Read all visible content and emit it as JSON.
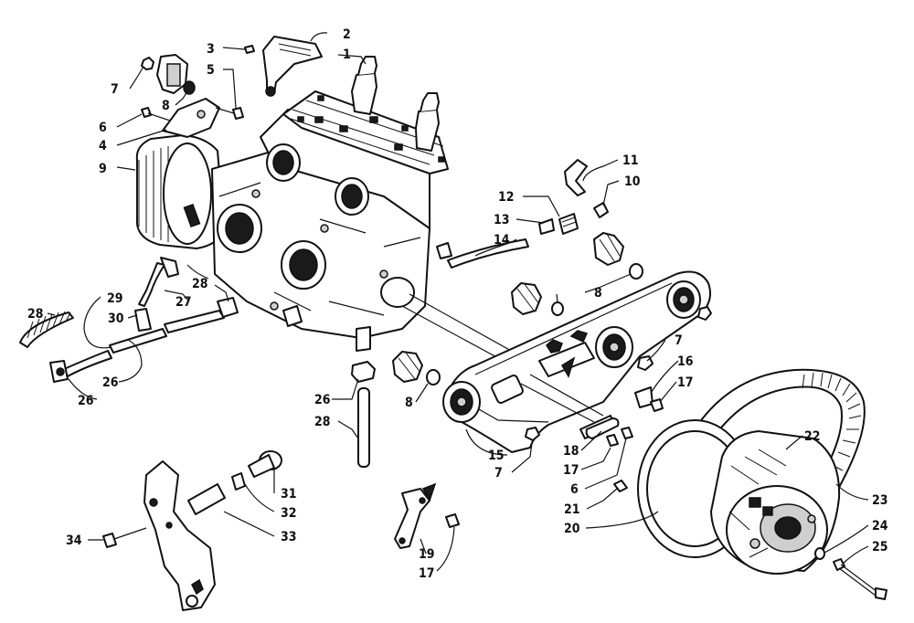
{
  "callouts": [
    {
      "id": "c-2",
      "text": "2"
    },
    {
      "id": "c-1",
      "text": "1"
    },
    {
      "id": "c-3",
      "text": "3"
    },
    {
      "id": "c-5",
      "text": "5"
    },
    {
      "id": "c-7a",
      "text": "7"
    },
    {
      "id": "c-8a",
      "text": "8"
    },
    {
      "id": "c-6a",
      "text": "6"
    },
    {
      "id": "c-4",
      "text": "4"
    },
    {
      "id": "c-9",
      "text": "9"
    },
    {
      "id": "c-11",
      "text": "11"
    },
    {
      "id": "c-10",
      "text": "10"
    },
    {
      "id": "c-12",
      "text": "12"
    },
    {
      "id": "c-13",
      "text": "13"
    },
    {
      "id": "c-14",
      "text": "14"
    },
    {
      "id": "c-8b",
      "text": "8"
    },
    {
      "id": "c-7b",
      "text": "7"
    },
    {
      "id": "c-16",
      "text": "16"
    },
    {
      "id": "c-17a",
      "text": "17"
    },
    {
      "id": "c-8c",
      "text": "8"
    },
    {
      "id": "c-26a",
      "text": "26"
    },
    {
      "id": "c-28a",
      "text": "28"
    },
    {
      "id": "c-28b",
      "text": "28"
    },
    {
      "id": "c-27",
      "text": "27"
    },
    {
      "id": "c-28c",
      "text": "28"
    },
    {
      "id": "c-29",
      "text": "29"
    },
    {
      "id": "c-30",
      "text": "30"
    },
    {
      "id": "c-26b",
      "text": "26"
    },
    {
      "id": "c-26c",
      "text": "26"
    },
    {
      "id": "c-15",
      "text": "15"
    },
    {
      "id": "c-7c",
      "text": "7"
    },
    {
      "id": "c-18",
      "text": "18"
    },
    {
      "id": "c-17b",
      "text": "17"
    },
    {
      "id": "c-6b",
      "text": "6"
    },
    {
      "id": "c-22",
      "text": "22"
    },
    {
      "id": "c-23",
      "text": "23"
    },
    {
      "id": "c-21",
      "text": "21"
    },
    {
      "id": "c-20",
      "text": "20"
    },
    {
      "id": "c-24",
      "text": "24"
    },
    {
      "id": "c-25",
      "text": "25"
    },
    {
      "id": "c-31",
      "text": "31"
    },
    {
      "id": "c-32",
      "text": "32"
    },
    {
      "id": "c-33",
      "text": "33"
    },
    {
      "id": "c-34",
      "text": "34"
    },
    {
      "id": "c-19",
      "text": "19"
    },
    {
      "id": "c-17c",
      "text": "17"
    }
  ]
}
